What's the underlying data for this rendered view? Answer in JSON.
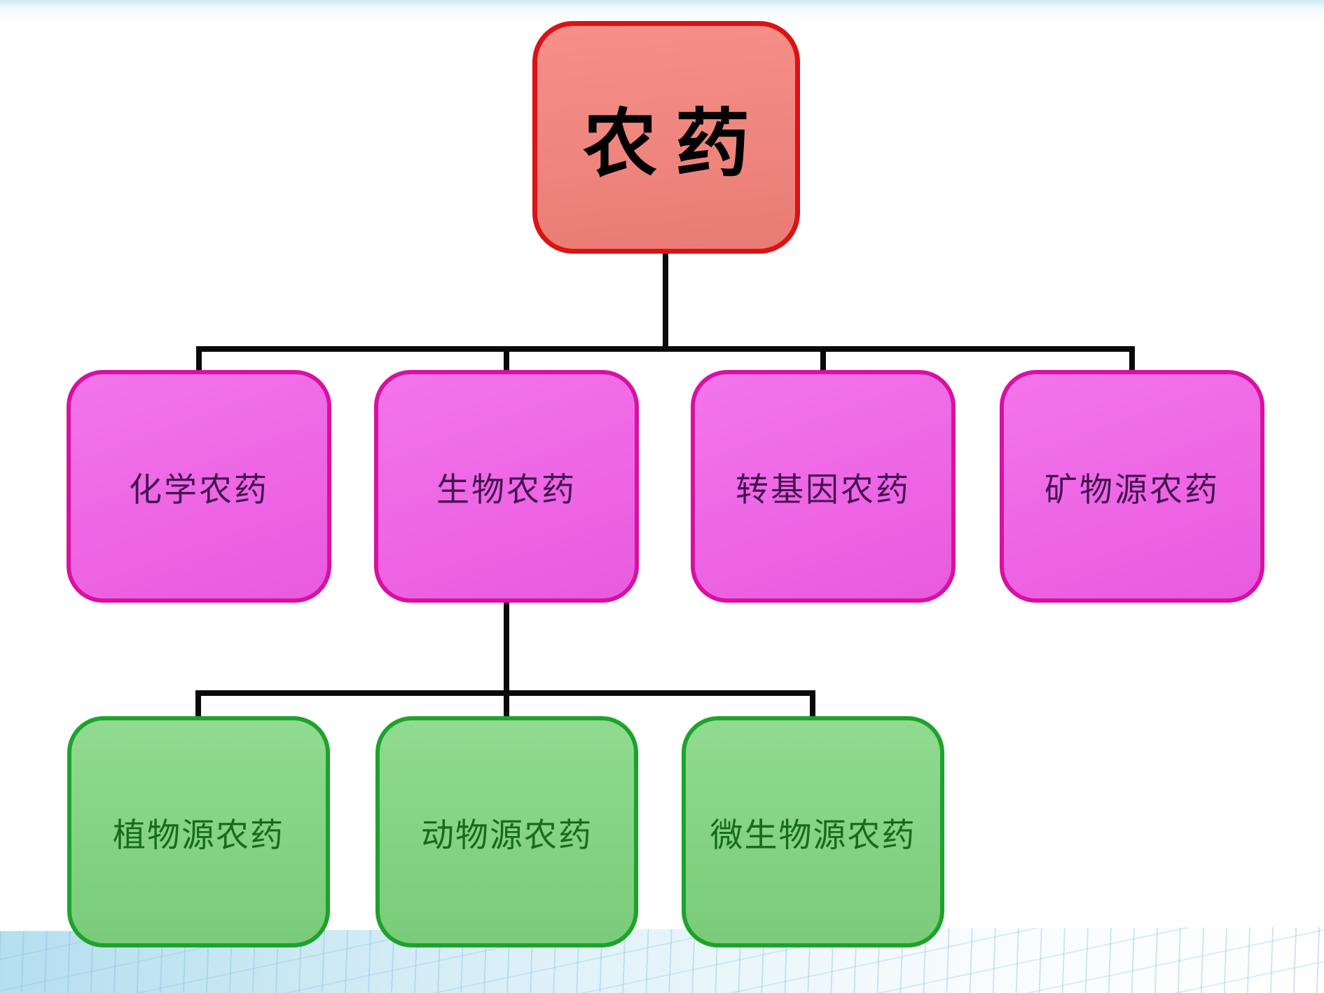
{
  "diagram": {
    "title_node": {
      "label": "农药"
    },
    "level2_nodes": [
      {
        "label": "化学农药"
      },
      {
        "label": "生物农药"
      },
      {
        "label": "转基因农药"
      },
      {
        "label": "矿物源农药"
      }
    ],
    "level3_nodes": [
      {
        "label": "植物源农药"
      },
      {
        "label": "动物源农药"
      },
      {
        "label": "微生物源农药"
      }
    ],
    "colors": {
      "root_fill": "#f5837b",
      "root_border": "#dc1215",
      "root_text": "#000000",
      "level2_fill": "#f25ee8",
      "level2_border": "#d910a2",
      "level2_text": "#441452",
      "level3_fill": "#80d680",
      "level3_border": "#1da32b",
      "level3_text": "#176b1d",
      "connector": "#0a0a0a",
      "top_strip_color": "#cfeaf4"
    }
  }
}
